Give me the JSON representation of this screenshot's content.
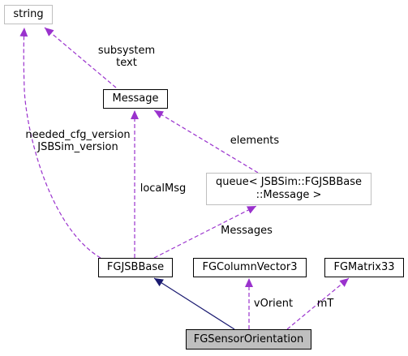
{
  "nodes": {
    "string": "string",
    "message": "Message",
    "queue": {
      "line1": "queue< JSBSim::FGJSBBase",
      "line2": "::Message >"
    },
    "fgjsbbase": "FGJSBBase",
    "fgcolumnvector3": "FGColumnVector3",
    "fgmatrix33": "FGMatrix33",
    "fgsensororientation": "FGSensorOrientation"
  },
  "edge_labels": {
    "subsystem": "subsystem",
    "text": "text",
    "needed_cfg_version": "needed_cfg_version",
    "jsbsim_version": "JSBSim_version",
    "elements": "elements",
    "localmsg": "localMsg",
    "messages": "Messages",
    "vorient": "vOrient",
    "mt": "mT"
  },
  "colors": {
    "usage_edge": "#9a32cd",
    "inheritance_edge": "#191970",
    "highlight_fill": "#bfbfbf",
    "gray_border": "#bfbfbf"
  }
}
